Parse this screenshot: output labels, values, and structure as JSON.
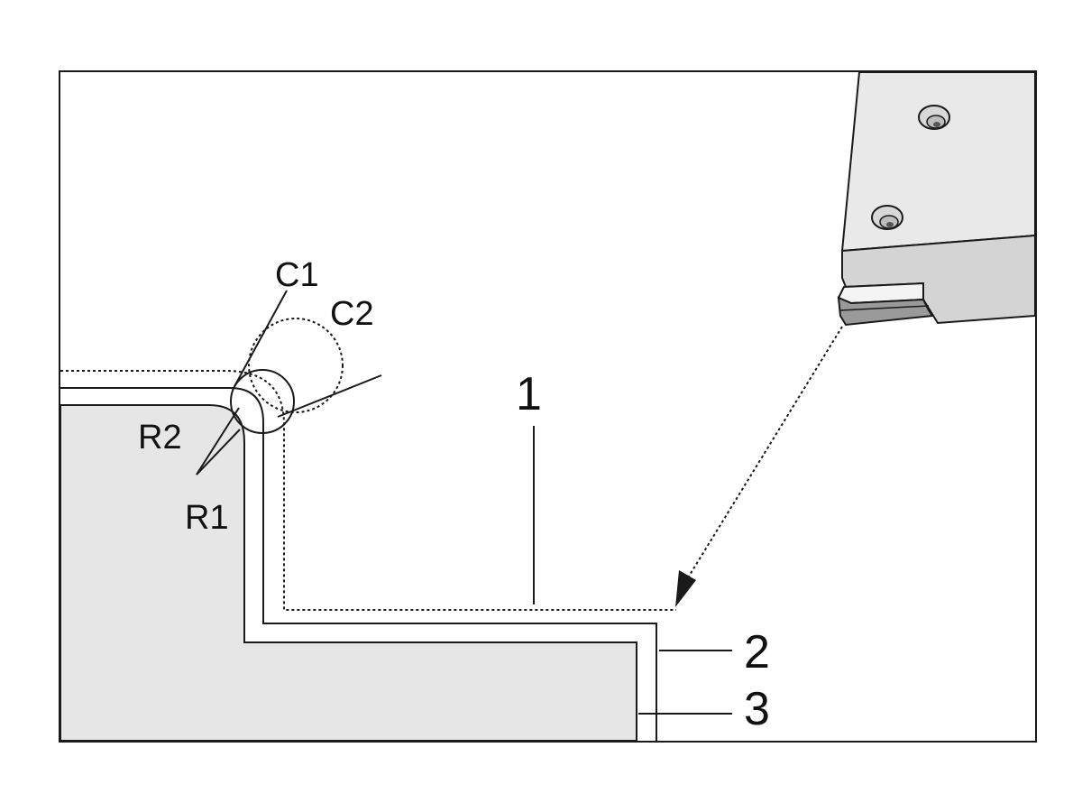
{
  "labels": {
    "c1": "C1",
    "c2": "C2",
    "r1": "R1",
    "r2": "R2",
    "n1": "1",
    "n2": "2",
    "n3": "3"
  },
  "colors": {
    "frame": "#1a1a1a",
    "workpiece_fill": "#e6e6e6",
    "holder_top": "#e9e9e9",
    "holder_side": "#d4d4d4",
    "insert_dark": "#9a9a9a",
    "insert_light": "#f4f4f4"
  },
  "icons": {
    "tool": "lathe-tool-holder-icon",
    "screws": "mounting-screw-icon"
  }
}
